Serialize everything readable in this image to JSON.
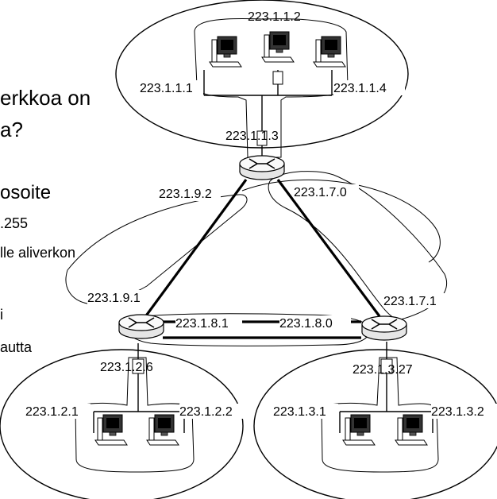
{
  "slide_text": {
    "line1": "erkkoa on",
    "line2": "a?",
    "line3": "osoite",
    "line4": ".255",
    "line5": "lle aliverkon",
    "line6": "i",
    "line7": "autta"
  },
  "addresses": {
    "top_host_mid": "223.1.1.2",
    "top_host_left": "223.1.1.1",
    "top_host_right": "223.1.1.4",
    "top_router_if": "223.1.1.3",
    "link_top_left": "223.1.9.2",
    "link_top_right": "223.1.7.0",
    "link_left_top": "223.1.9.1",
    "link_right_top": "223.1.7.1",
    "link_left_mid": "223.1.8.1",
    "link_right_mid": "223.1.8.0",
    "left_router_if": "223.1.2.6",
    "right_router_if": "223.1.3.27",
    "left_host_1": "223.1.2.1",
    "left_host_2": "223.1.2.2",
    "right_host_1": "223.1.3.1",
    "right_host_2": "223.1.3.2"
  }
}
